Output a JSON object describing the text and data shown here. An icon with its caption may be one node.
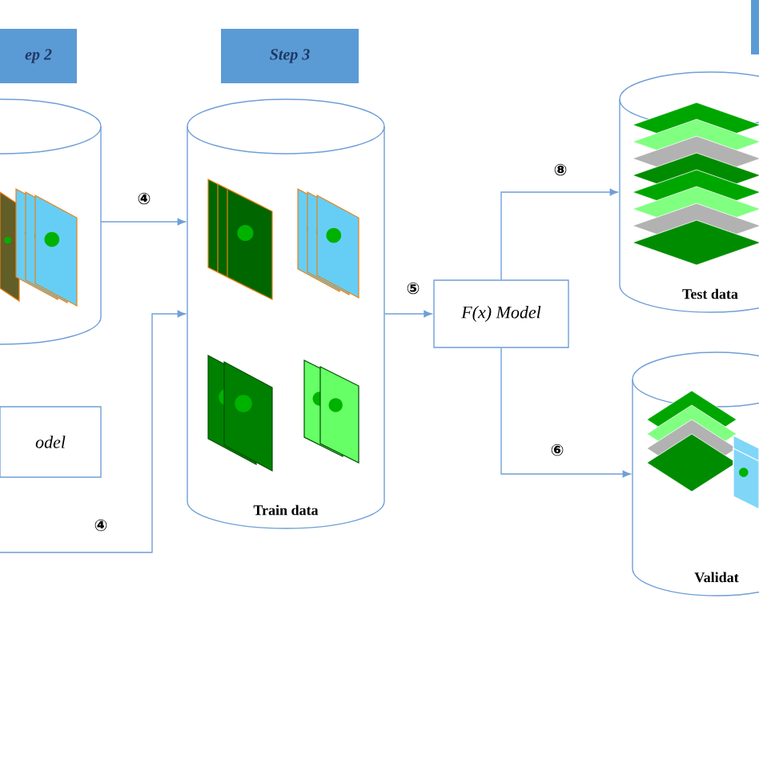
{
  "diagram": {
    "nodes": [
      {
        "text": [
          "ep 2"
        ]
      },
      {
        "text": [
          "Step 3"
        ]
      },
      {
        "text": [],
        "shape": "box"
      },
      {
        "text": [],
        "shape": "cylinder"
      },
      {
        "text": [
          "odel"
        ]
      },
      {
        "text": [
          "Train data"
        ]
      },
      {
        "text": [
          "F(x) Model"
        ]
      },
      {
        "text": [
          "Test data"
        ]
      },
      {
        "text": [
          "Validat"
        ]
      }
    ],
    "edges": [
      {
        "from": 3,
        "to": 5,
        "arrow": "to",
        "label": "④"
      },
      {
        "from": null,
        "to": 5,
        "arrow": "to",
        "label": "④"
      },
      {
        "from": 5,
        "to": 6,
        "arrow": "to",
        "label": "⑤"
      },
      {
        "from": 6,
        "to": 7,
        "arrow": "to",
        "label": "⑧"
      },
      {
        "from": 6,
        "to": 8,
        "arrow": "to",
        "label": "⑥"
      }
    ]
  }
}
